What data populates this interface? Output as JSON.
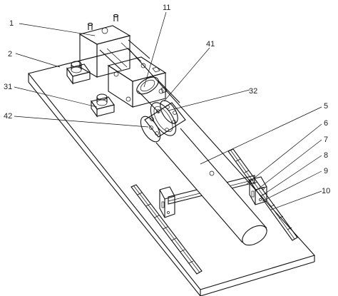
{
  "labels": {
    "l1": "1",
    "l2": "2",
    "l11": "11",
    "l41": "41",
    "l31": "31",
    "l32": "32",
    "l42": "42",
    "l5": "5",
    "l6": "6",
    "l7": "7",
    "l8": "8",
    "l9": "9",
    "l10": "10"
  }
}
